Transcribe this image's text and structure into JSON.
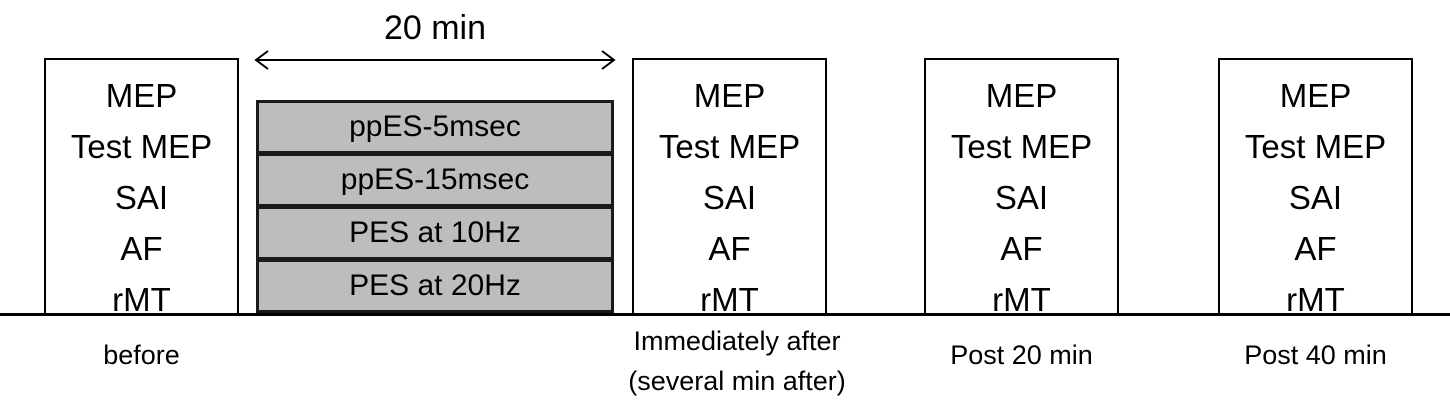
{
  "duration_label": "20 min",
  "measures": [
    "MEP",
    "Test MEP",
    "SAI",
    "AF",
    "rMT"
  ],
  "stimulation_conditions": [
    "ppES-5msec",
    "ppES-15msec",
    "PES at 10Hz",
    "PES at 20Hz"
  ],
  "timepoints": {
    "before": "before",
    "immediately_line1": "Immediately after",
    "immediately_line2": "(several min after)",
    "post20": "Post 20 min",
    "post40": "Post 40 min"
  }
}
